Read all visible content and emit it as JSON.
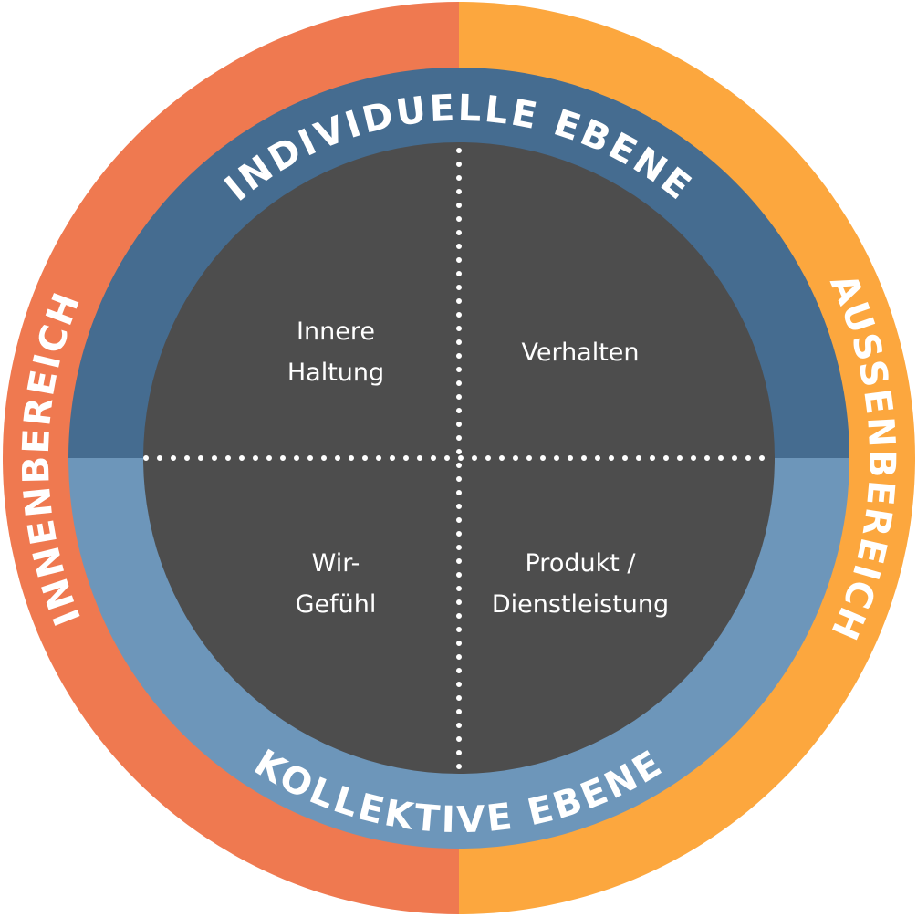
{
  "colors": {
    "outer_left": "#EF7950",
    "outer_right": "#FCA73E",
    "middle_top": "#456C90",
    "middle_bottom": "#6D96BA",
    "core": "#4D4D4D",
    "text": "#FFFFFF",
    "divider_dots": "#FFFFFF"
  },
  "outer_ring": {
    "left_label": "INNENBEREICH",
    "right_label": "AUSSENBEREICH"
  },
  "middle_ring": {
    "top_label": "INDIVIDUELLE EBENE",
    "bottom_label": "KOLLEKTIVE EBENE"
  },
  "quadrants": {
    "top_left": {
      "line1": "Innere",
      "line2": "Haltung"
    },
    "top_right": {
      "line1": "Verhalten"
    },
    "bottom_left": {
      "line1": "Wir-",
      "line2": "Gefühl"
    },
    "bottom_right": {
      "line1": "Produkt /",
      "line2": "Dienstleistung"
    }
  }
}
